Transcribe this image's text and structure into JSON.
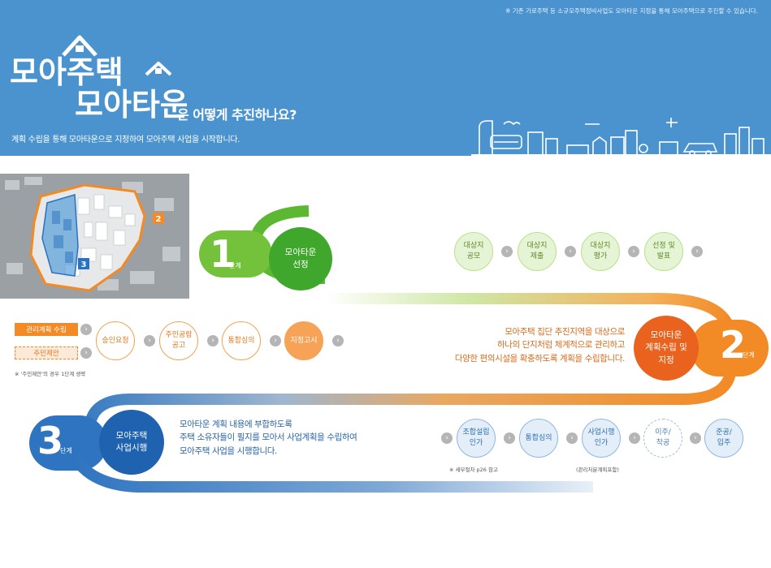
{
  "header": {
    "top_note": "※ 기존 가로주택 등 소규모주택정비사업도 모아타운 지정을 통해 모아주택으로 추진할 수 있습니다.",
    "logo_line1": "모아주택",
    "logo_line2": "모아타운",
    "question": "은 어떻게 추진하나요?",
    "subtitle": "계획 수립을 통해 모아타운으로 지정하여 모아주택 사업을 시작합니다."
  },
  "map": {
    "labels": [
      "2",
      "3"
    ]
  },
  "stage1": {
    "num": "1",
    "label": "단계",
    "title": "모아타운\n선정",
    "steps": [
      "대상지\n공모",
      "대상지\n제출",
      "대상지\n평가",
      "선정 및\n발표"
    ]
  },
  "stage2": {
    "num": "2",
    "label": "단계",
    "title": "모아타운\n계획수립 및\n지정",
    "pill_solid": "관리계획 수립",
    "pill_dashed": "주민제안",
    "note": "※ '주민제안'의 경우 1단계 생략",
    "steps": [
      "승인요청",
      "주민공람\n공고",
      "통합심의",
      "지정고시"
    ],
    "desc": [
      "모아주택 집단 추진지역을 대상으로",
      "하나의 단지처럼 체계적으로 관리하고",
      "다양한 편의시설을 확충하도록 계획을 수립합니다."
    ]
  },
  "stage3": {
    "num": "3",
    "label": "단계",
    "title": "모아주택\n사업시행",
    "desc": [
      "모아타운 계획 내용에 부합하도록",
      "주택 소유자들이 필지를 모아서 사업계획을 수립하여",
      "모아주택 사업을 시행합니다."
    ],
    "steps": [
      "조합설립\n인가",
      "통합심의",
      "사업시행\n인가",
      "이주/\n착공",
      "준공/\n입주"
    ],
    "note1": "※ 세부절차 p26 참고",
    "note2": "(관리처분계획포함)"
  },
  "colors": {
    "header": "#4a93cf",
    "green": "#5cb833",
    "orange": "#f28a26",
    "blue": "#2f74c0"
  },
  "icons": {
    "arrow": "chevron-right-icon"
  }
}
